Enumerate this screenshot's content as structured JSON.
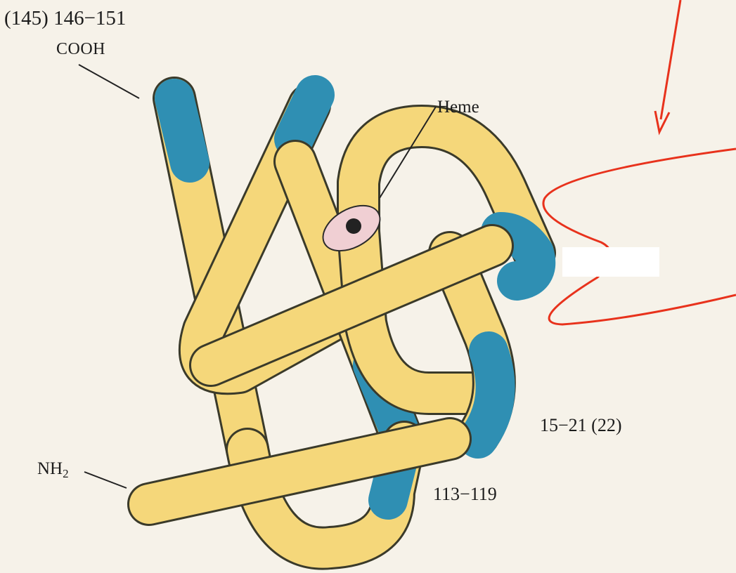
{
  "labels": {
    "range_top": "(145) 146−151",
    "cooh": "COOH",
    "heme": "Heme",
    "range_right": "15−21 (22)",
    "range_bottom": "113−119",
    "nh2_base": "NH",
    "nh2_sub": "2"
  },
  "colors": {
    "background": "#f6f2e9",
    "helix": "#f5d77a",
    "helix_outline": "#3a3a2a",
    "highlight_segment": "#2f8fb3",
    "heme": "#f0cfd3",
    "annotation": "#e8321c"
  }
}
